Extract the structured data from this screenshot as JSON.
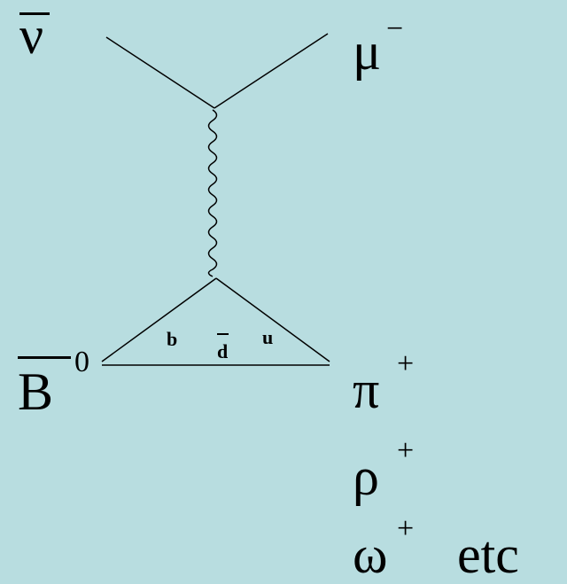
{
  "diagram": {
    "background": "#b8dde0",
    "line_color": "#000000",
    "incoming_lepton": {
      "symbol": "ν",
      "overbar": true
    },
    "outgoing_lepton": {
      "symbol": "μ",
      "charge": "−"
    },
    "initial_meson": {
      "symbol": "B",
      "overbar": true,
      "charge": "0"
    },
    "quarks": {
      "top_left": "b",
      "middle": "d",
      "middle_overbar": true,
      "top_right": "u"
    },
    "final_states": [
      {
        "symbol": "π",
        "charge": "+"
      },
      {
        "symbol": "ρ",
        "charge": "+"
      },
      {
        "symbol": "ω",
        "charge": "+",
        "suffix": "etc"
      }
    ]
  }
}
